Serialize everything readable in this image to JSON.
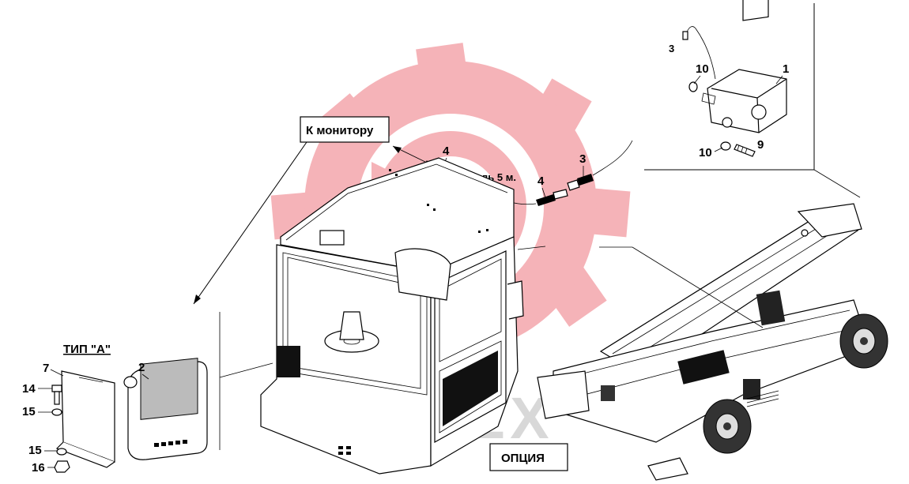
{
  "labels": {
    "to_monitor": "К монитору",
    "cable": "кабель 5 м.",
    "option": "ОПЦИЯ",
    "type_a": "ТИП \"А\"",
    "watermark": "ИНТЕХ"
  },
  "callouts": {
    "c1": "1",
    "c2": "2",
    "c3": "3",
    "c3_small": "3",
    "c4_top": "4",
    "c4_mid": "4",
    "c7": "7",
    "c9": "9",
    "c10_top": "10",
    "c10_bottom": "10",
    "c14": "14",
    "c15_top": "15",
    "c15_bottom": "15",
    "c16": "16"
  },
  "colors": {
    "watermark_red": "#f4a6ac",
    "watermark_gray": "#b9b9b9",
    "ink": "#000000"
  }
}
